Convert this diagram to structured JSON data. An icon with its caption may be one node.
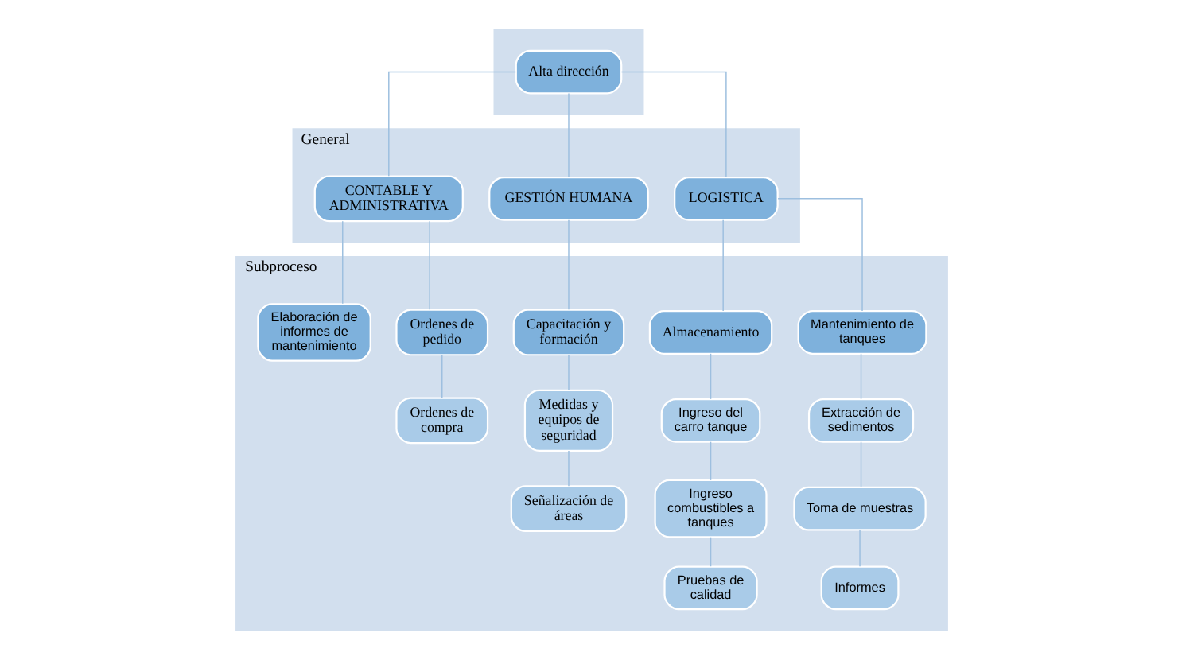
{
  "diagram": {
    "nodes": [
      {
        "text": [],
        "shape": "band"
      },
      {
        "text": [
          "Alta dirección"
        ],
        "in": 0
      },
      {
        "text": [
          "General"
        ]
      },
      {
        "text": [
          "LOGISTICA"
        ],
        "in": 2
      },
      {
        "text": [
          "GESTIÓN HUMANA"
        ],
        "in": 2
      },
      {
        "text": [
          "CONTABLE Y ADMINISTRATIVA"
        ],
        "in": 2
      },
      {
        "text": [
          "Subproceso"
        ]
      },
      {
        "text": [
          "Mantenimiento de tanques"
        ],
        "in": 6
      },
      {
        "text": [
          "Almacenamiento"
        ],
        "in": 6
      },
      {
        "text": [
          "Extracción de sedimentos"
        ],
        "in": 6
      },
      {
        "text": [
          "Toma de muestras"
        ],
        "in": 6
      },
      {
        "text": [
          "Informes"
        ],
        "in": 6
      },
      {
        "text": [
          "Ingreso del carro tanque"
        ],
        "in": 6
      },
      {
        "text": [
          "Ingreso combustibles a tanques"
        ],
        "in": 6
      },
      {
        "text": [
          "Pruebas de calidad"
        ],
        "in": 6
      },
      {
        "text": [
          "Capacitación y formación"
        ],
        "in": 6
      },
      {
        "text": [
          "Medidas y equipos de seguridad"
        ],
        "in": 6
      },
      {
        "text": [
          "Señalización de áreas"
        ],
        "in": 6
      },
      {
        "text": [
          "Ordenes de pedido"
        ],
        "in": 6
      },
      {
        "text": [
          "Elaboración de informes de mantenimiento"
        ],
        "in": 6
      },
      {
        "text": [
          "Ordenes de compra"
        ],
        "in": 6
      }
    ],
    "edges": [
      {
        "from": 1,
        "to": 3,
        "arrow": "none"
      },
      {
        "from": 1,
        "to": 4,
        "arrow": "none"
      },
      {
        "from": 1,
        "to": 5,
        "arrow": "none"
      },
      {
        "from": 3,
        "to": 7,
        "arrow": "none"
      },
      {
        "from": 3,
        "to": 8,
        "arrow": "none"
      },
      {
        "from": 7,
        "to": 9,
        "arrow": "none"
      },
      {
        "from": 9,
        "to": 10,
        "arrow": "none"
      },
      {
        "from": 10,
        "to": 11,
        "arrow": "none"
      },
      {
        "from": 8,
        "to": 12,
        "arrow": "none"
      },
      {
        "from": 12,
        "to": 13,
        "arrow": "none"
      },
      {
        "from": 13,
        "to": 14,
        "arrow": "none"
      },
      {
        "from": 4,
        "to": 15,
        "arrow": "none"
      },
      {
        "from": 15,
        "to": 16,
        "arrow": "none"
      },
      {
        "from": 16,
        "to": 17,
        "arrow": "none"
      },
      {
        "from": 5,
        "to": 18,
        "arrow": "none"
      },
      {
        "from": 5,
        "to": 19,
        "arrow": "none"
      },
      {
        "from": 18,
        "to": 20,
        "arrow": "none"
      }
    ]
  }
}
